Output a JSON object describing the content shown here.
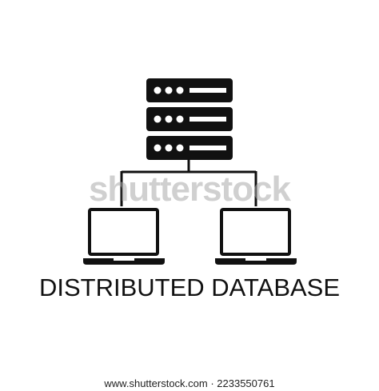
{
  "caption": "DISTRIBUTED DATABASE",
  "watermark": "shutterstock",
  "footer": "www.shutterstock.com · 2233550761",
  "colors": {
    "icon": "#111111",
    "background": "#ffffff",
    "watermark": "#aaaaaa"
  },
  "icons": [
    "server-rack-icon",
    "laptop-icon",
    "laptop-icon",
    "network-connector-icon"
  ]
}
